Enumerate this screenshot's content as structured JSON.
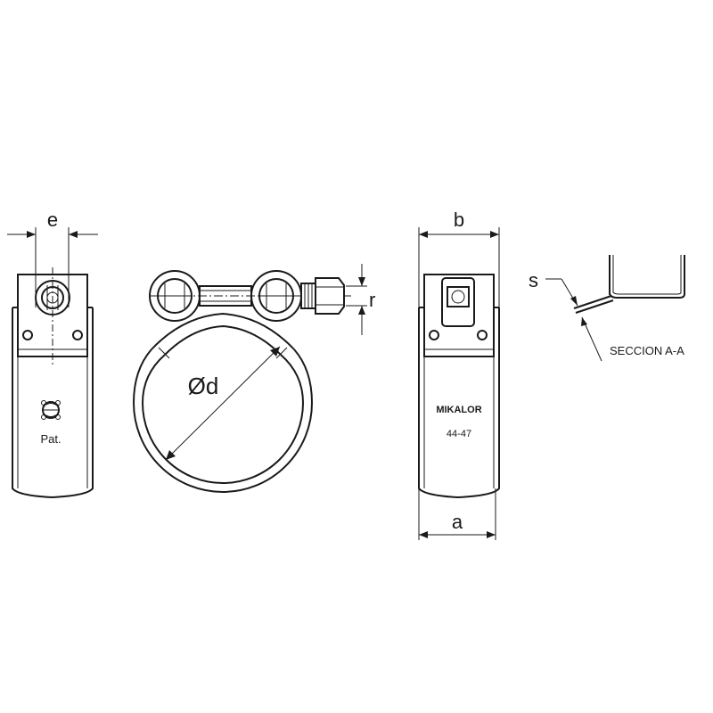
{
  "labels": {
    "e": "e",
    "b": "b",
    "r": "r",
    "s": "s",
    "diameter": "Ød",
    "a": "a",
    "section": "SECCION A-A",
    "pat": "Pat.",
    "brand": "MIKALOR",
    "size": "44-47"
  },
  "colors": {
    "line": "#1a1a1a",
    "background": "#ffffff"
  }
}
